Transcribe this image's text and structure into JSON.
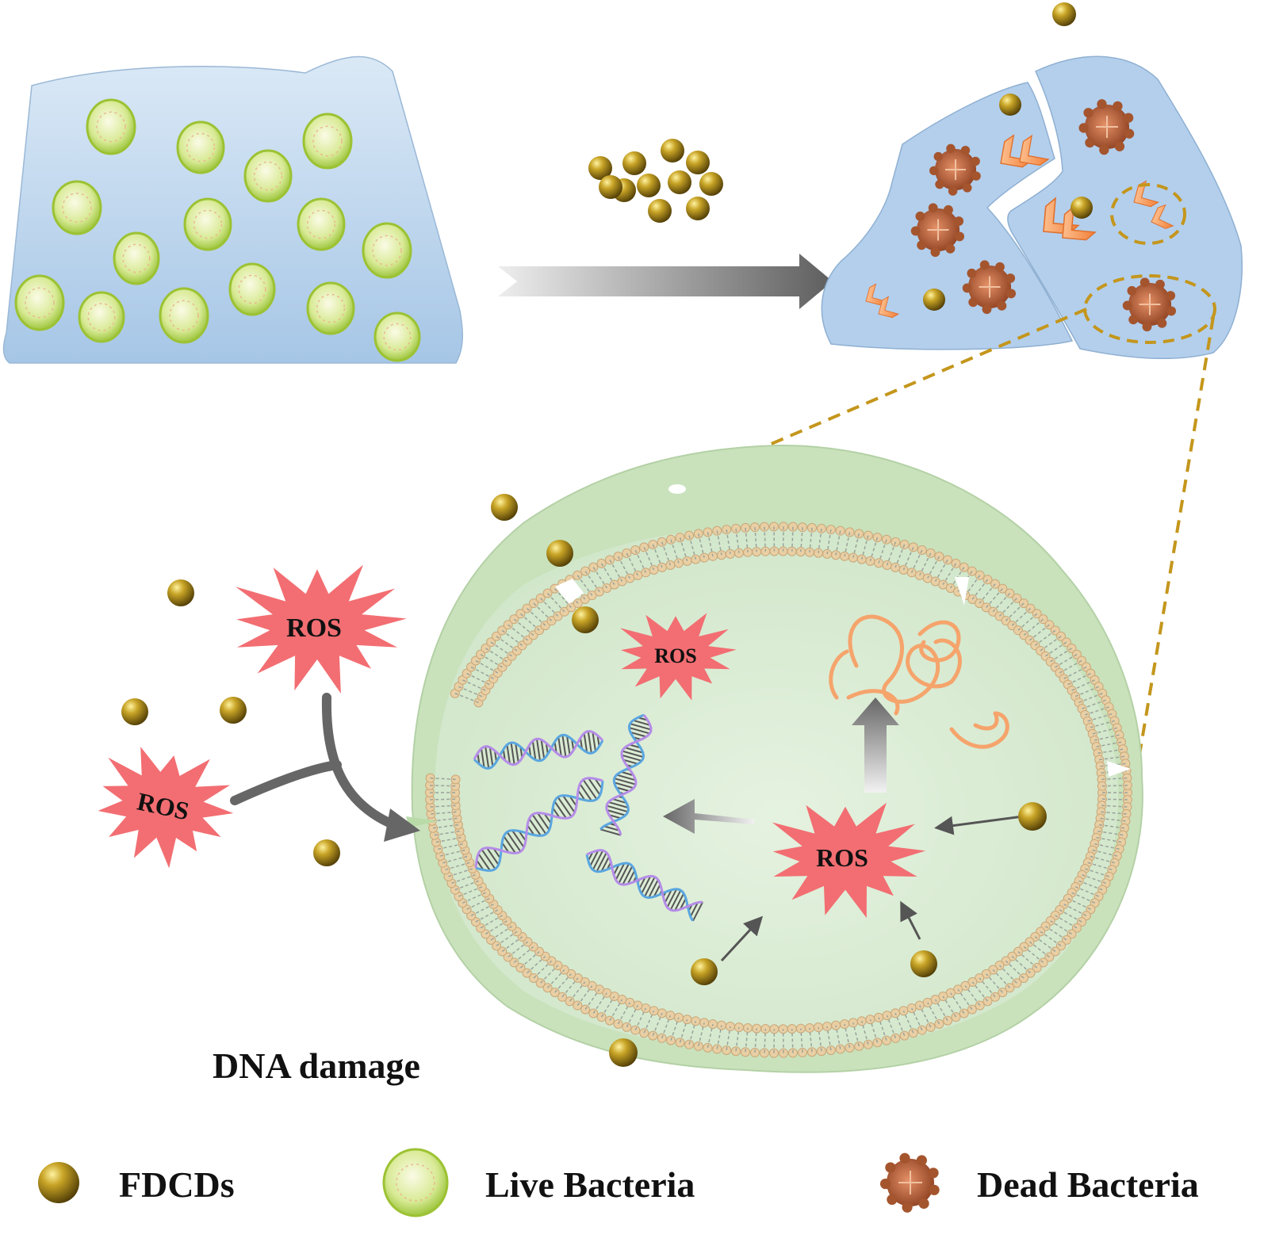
{
  "labels": {
    "ros": "ROS",
    "dna_damage": "DNA damage"
  },
  "legend": [
    {
      "icon": "fdcd-icon",
      "label": "FDCDs"
    },
    {
      "icon": "live-bacteria-icon",
      "label": "Live Bacteria"
    },
    {
      "icon": "dead-bacteria-icon",
      "label": "Dead Bacteria"
    }
  ],
  "colors": {
    "fdcd": "#8a6a0a",
    "live_bacteria": "#a8cc3a",
    "dead_bacteria": "#a4552e",
    "ros": "#f26e72",
    "biofilm": "#b7d3ee",
    "cell": "#d9ecd3",
    "dashed": "#c4961c",
    "arrow": "#666666"
  }
}
